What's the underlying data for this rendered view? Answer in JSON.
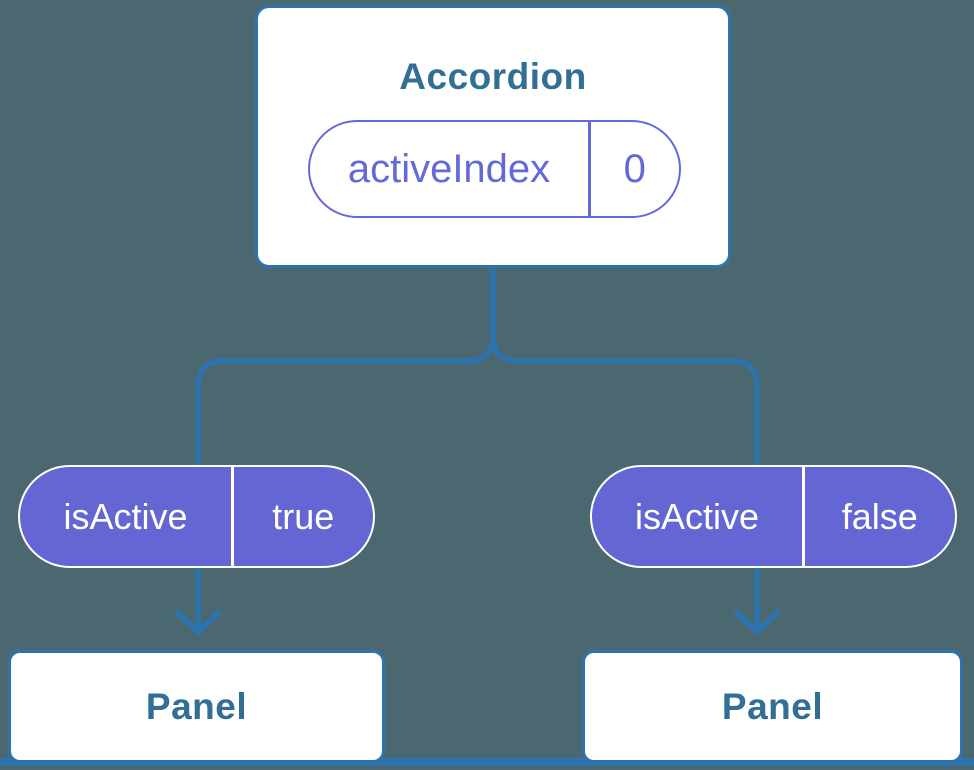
{
  "colors": {
    "bg": "#4b6770",
    "accent_blue": "#2d74ae",
    "node_text": "#316f95",
    "purple": "#6469d8",
    "purple_fill": "#6366d3",
    "white": "#ffffff"
  },
  "root_card": {
    "title": "Accordion",
    "pill": {
      "label": "activeIndex",
      "value": "0"
    }
  },
  "left_branch": {
    "pill": {
      "label": "isActive",
      "value": "true"
    },
    "panel": {
      "title": "Panel"
    }
  },
  "right_branch": {
    "pill": {
      "label": "isActive",
      "value": "false"
    },
    "panel": {
      "title": "Panel"
    }
  }
}
